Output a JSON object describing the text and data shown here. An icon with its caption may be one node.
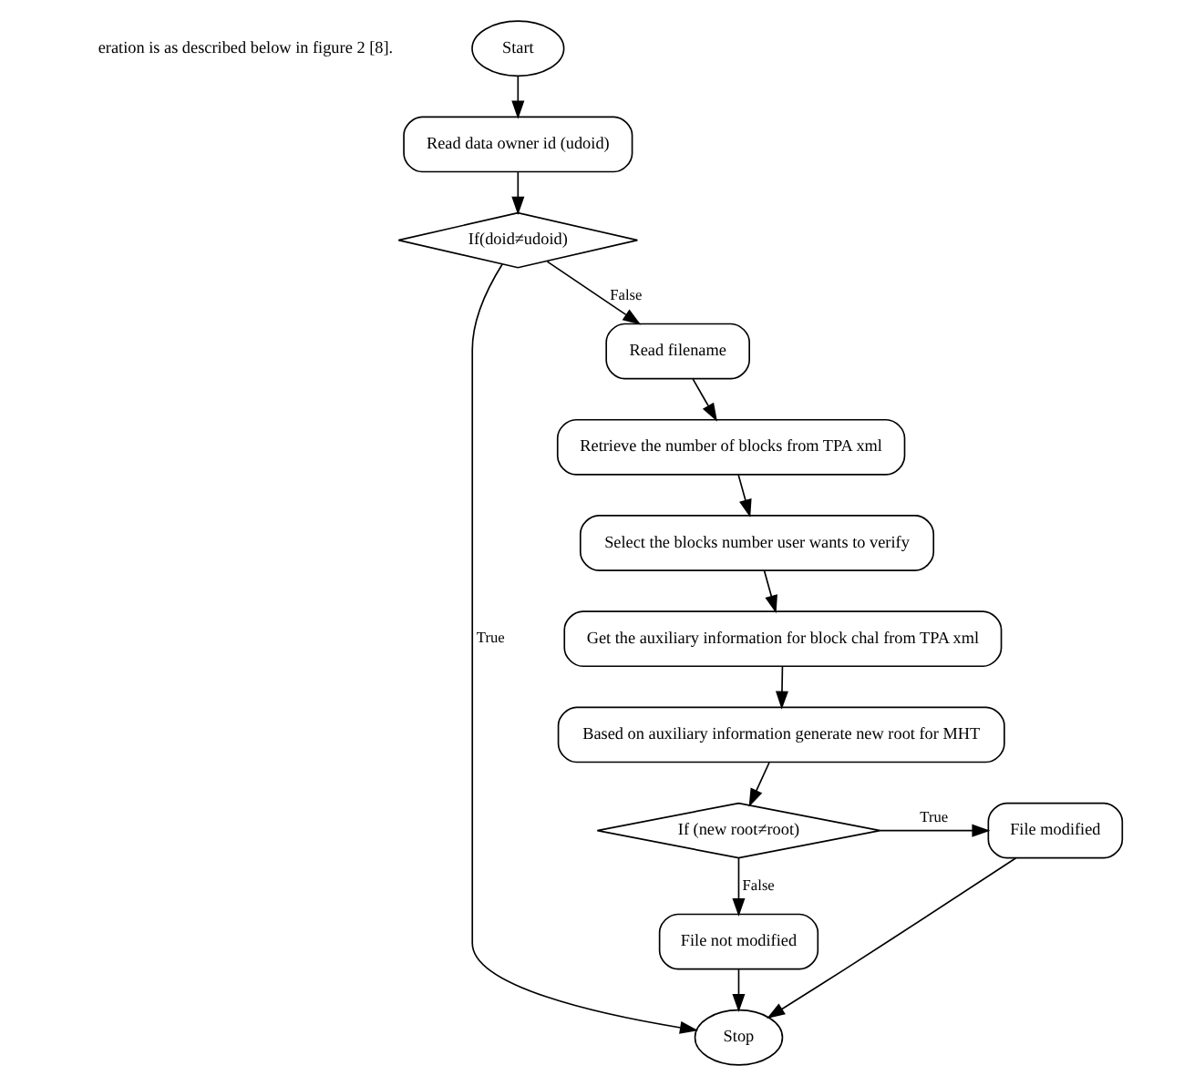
{
  "diagram": {
    "nodes": [
      {
        "text": [
          "Start"
        ]
      },
      {
        "text": [
          "Read data owner id (udoid)"
        ]
      },
      {
        "text": [
          "If(doid≠udoid)"
        ]
      },
      {
        "text": [
          "Stop"
        ]
      },
      {
        "text": [
          "Read filename"
        ]
      },
      {
        "text": [
          "Retrieve the number of blocks from TPA xml"
        ]
      },
      {
        "text": [
          "Select the blocks number user wants to verify"
        ]
      },
      {
        "text": [
          "Get the auxiliary information for block chal from TPA xml"
        ]
      },
      {
        "text": [
          "Based on auxiliary information generate new root for MHT"
        ]
      },
      {
        "text": [
          "If (new root≠root)"
        ]
      },
      {
        "text": [
          "File modified"
        ]
      },
      {
        "text": [
          "File not modified"
        ]
      }
    ],
    "edges": [
      {
        "from": 0,
        "to": 1,
        "arrow": "to"
      },
      {
        "from": 1,
        "to": 2,
        "arrow": "to"
      },
      {
        "from": 2,
        "to": 4,
        "arrow": "to",
        "label": "False"
      },
      {
        "from": 2,
        "to": 3,
        "arrow": "to",
        "label": "True"
      },
      {
        "from": 4,
        "to": 5,
        "arrow": "to"
      },
      {
        "from": 5,
        "to": 6,
        "arrow": "to"
      },
      {
        "from": 6,
        "to": 7,
        "arrow": "to"
      },
      {
        "from": 7,
        "to": 8,
        "arrow": "to"
      },
      {
        "from": 8,
        "to": 9,
        "arrow": "to"
      },
      {
        "from": 9,
        "to": 10,
        "arrow": "to",
        "label": "True"
      },
      {
        "from": 9,
        "to": 11,
        "arrow": "to",
        "label": "False"
      },
      {
        "from": 10,
        "to": 3,
        "arrow": "to"
      },
      {
        "from": 11,
        "to": 3,
        "arrow": "to"
      }
    ],
    "labels": [
      "eration is as described below in figure 2 [8]."
    ]
  }
}
